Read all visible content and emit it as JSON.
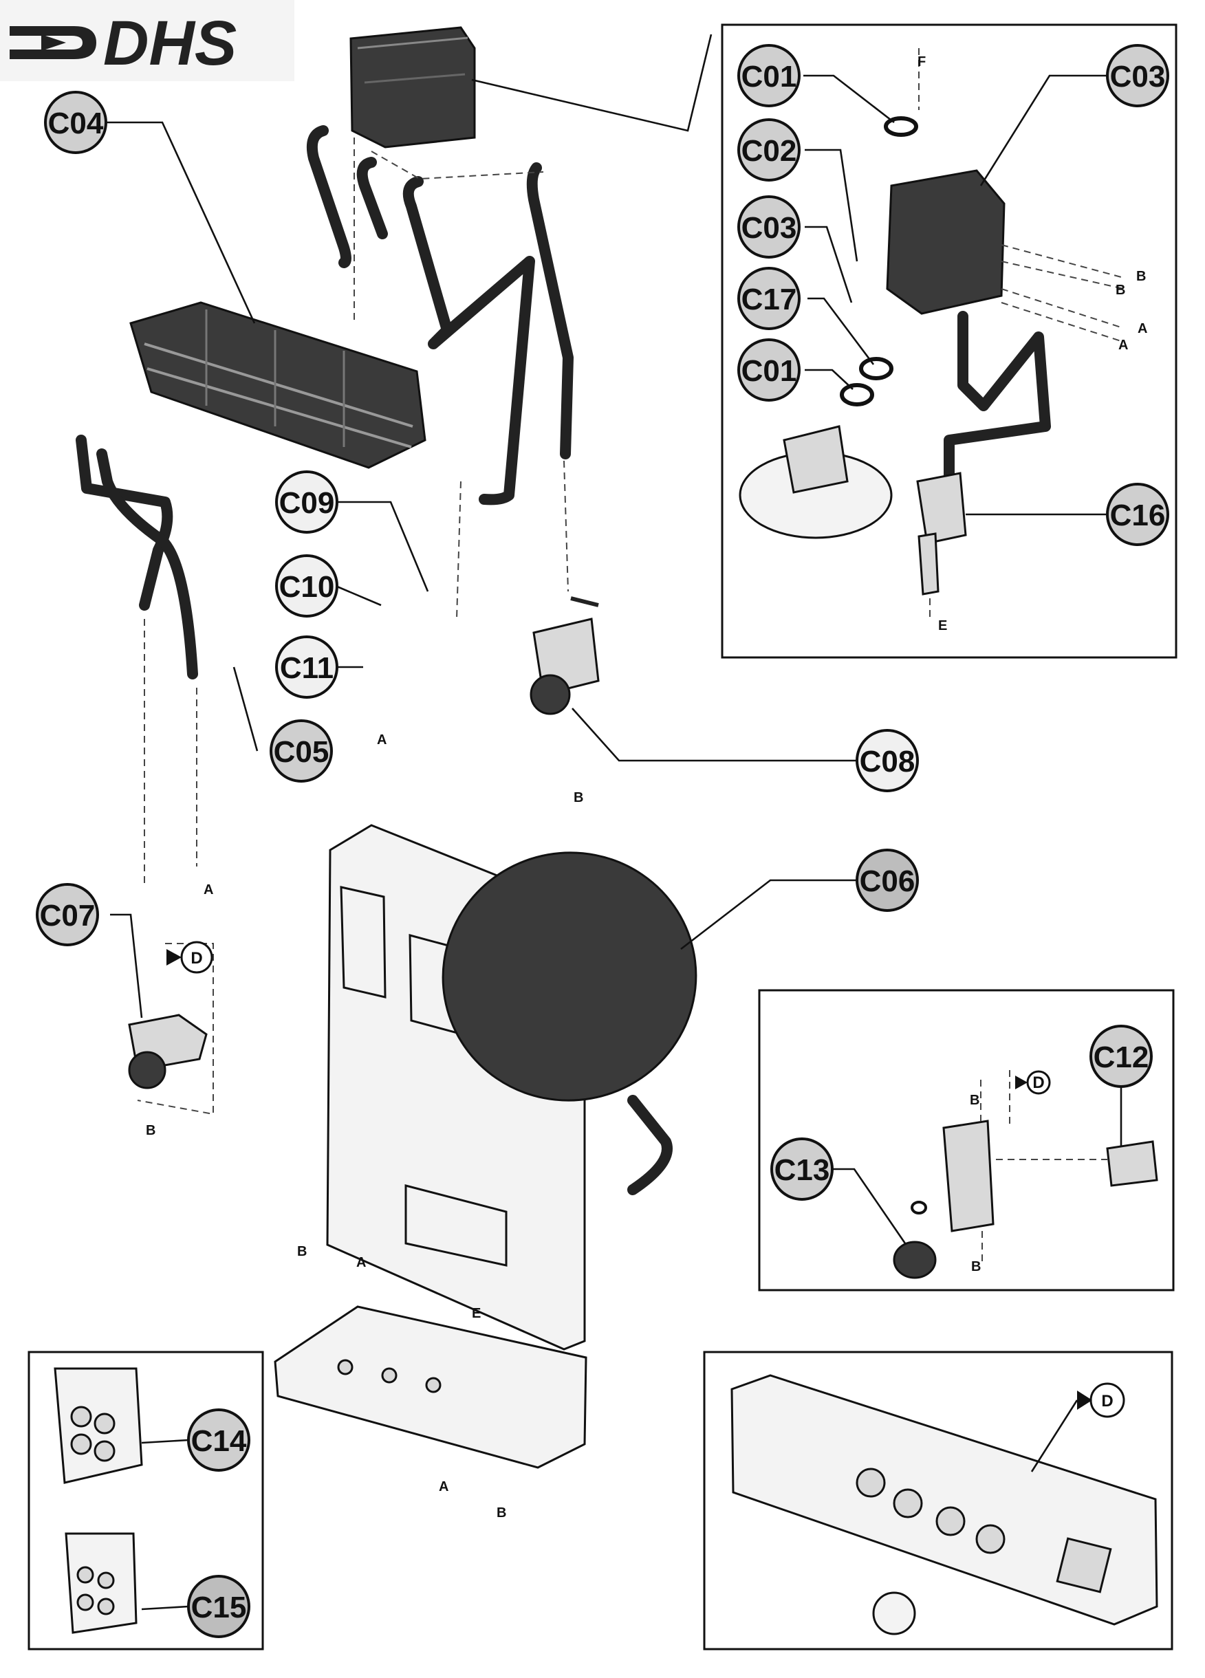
{
  "logo": {
    "text": "DHS"
  },
  "callouts": [
    {
      "id": "c04",
      "label": "C04"
    },
    {
      "id": "c09",
      "label": "C09"
    },
    {
      "id": "c10",
      "label": "C10"
    },
    {
      "id": "c11",
      "label": "C11"
    },
    {
      "id": "c05",
      "label": "C05"
    },
    {
      "id": "c08",
      "label": "C08"
    },
    {
      "id": "c06",
      "label": "C06"
    },
    {
      "id": "c07",
      "label": "C07"
    },
    {
      "id": "c01a",
      "label": "C01"
    },
    {
      "id": "c02",
      "label": "C02"
    },
    {
      "id": "c03a",
      "label": "C03"
    },
    {
      "id": "c17",
      "label": "C17"
    },
    {
      "id": "c01b",
      "label": "C01"
    },
    {
      "id": "c03b",
      "label": "C03"
    },
    {
      "id": "c16",
      "label": "C16"
    },
    {
      "id": "c12",
      "label": "C12"
    },
    {
      "id": "c13",
      "label": "C13"
    },
    {
      "id": "c14",
      "label": "C14"
    },
    {
      "id": "c15",
      "label": "C15"
    }
  ],
  "connection_letters": {
    "a": "A",
    "b": "B",
    "d": "D",
    "e": "E",
    "f": "F"
  }
}
